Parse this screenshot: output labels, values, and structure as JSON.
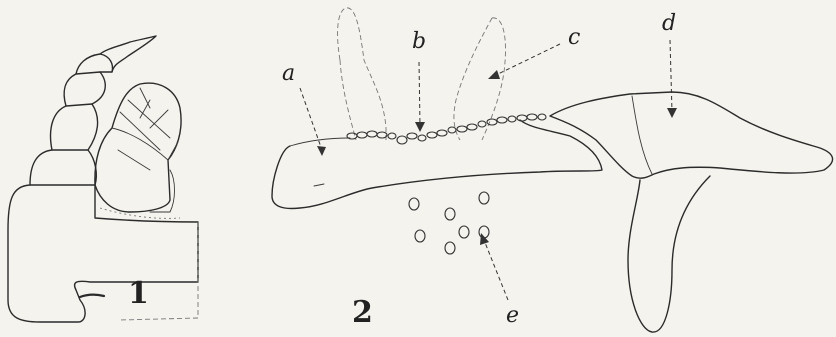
{
  "figure_numbers": {
    "fig1": "1",
    "fig2": "2"
  },
  "labels": {
    "a": "a",
    "b": "b",
    "c": "c",
    "d": "d",
    "e": "e"
  }
}
